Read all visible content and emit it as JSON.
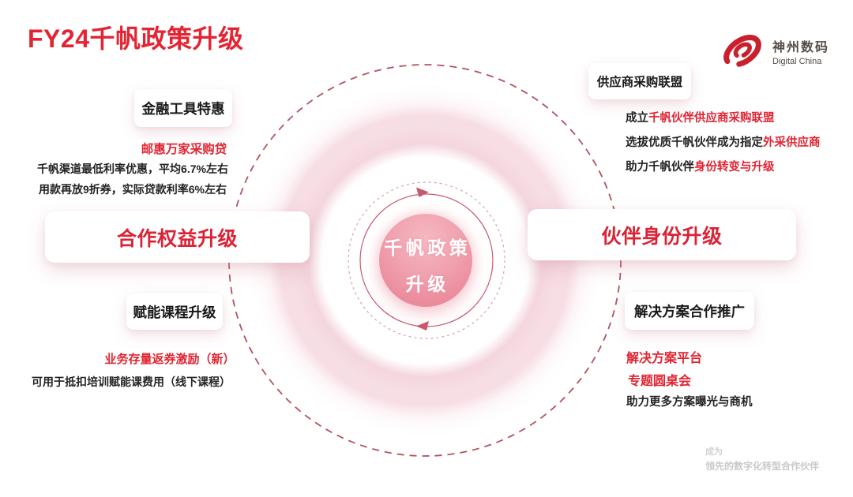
{
  "title": "FY24千帆政策升级",
  "logo": {
    "name_cn": "神州数码",
    "name_en": "Digital China"
  },
  "center": {
    "line1": "千帆政策",
    "line2": "升级"
  },
  "left": {
    "finance": {
      "box": "金融工具特惠",
      "subtitle": "邮惠万家采购贷",
      "lines": [
        "千帆渠道最低利率优惠，平均6.7%左右",
        "用款再放9折券，实际贷款利率6%左右"
      ]
    },
    "main_box": "合作权益升级",
    "course": {
      "box": "赋能课程升级",
      "subtitle": "业务存量返券激励（新）",
      "line": "可用于抵扣培训赋能课费用（线下课程）"
    }
  },
  "right": {
    "alliance": {
      "box": "供应商采购联盟",
      "lines": [
        {
          "black": "成立",
          "red": "千帆伙伴供应商采购联盟"
        },
        {
          "black": "选拔优质千帆伙伴成为指定",
          "red": "外采供应商"
        },
        {
          "black": "助力千帆伙伴",
          "red": "身份转变与升级"
        }
      ]
    },
    "main_box": "伙伴身份升级",
    "solution": {
      "box": "解决方案合作推广",
      "red_lines": [
        "解决方案平台",
        "专题圆桌会"
      ],
      "line": "助力更多方案曝光与商机"
    }
  },
  "footer": {
    "line1": "成为",
    "line2": "领先的数字化转型合作伙伴"
  },
  "colors": {
    "accent_red": "#e02432",
    "title_red": "#e42432",
    "ball_pink": "#ec8296",
    "ring_pink": "#f7d9e1",
    "dash_circle": "#ad4a55"
  }
}
